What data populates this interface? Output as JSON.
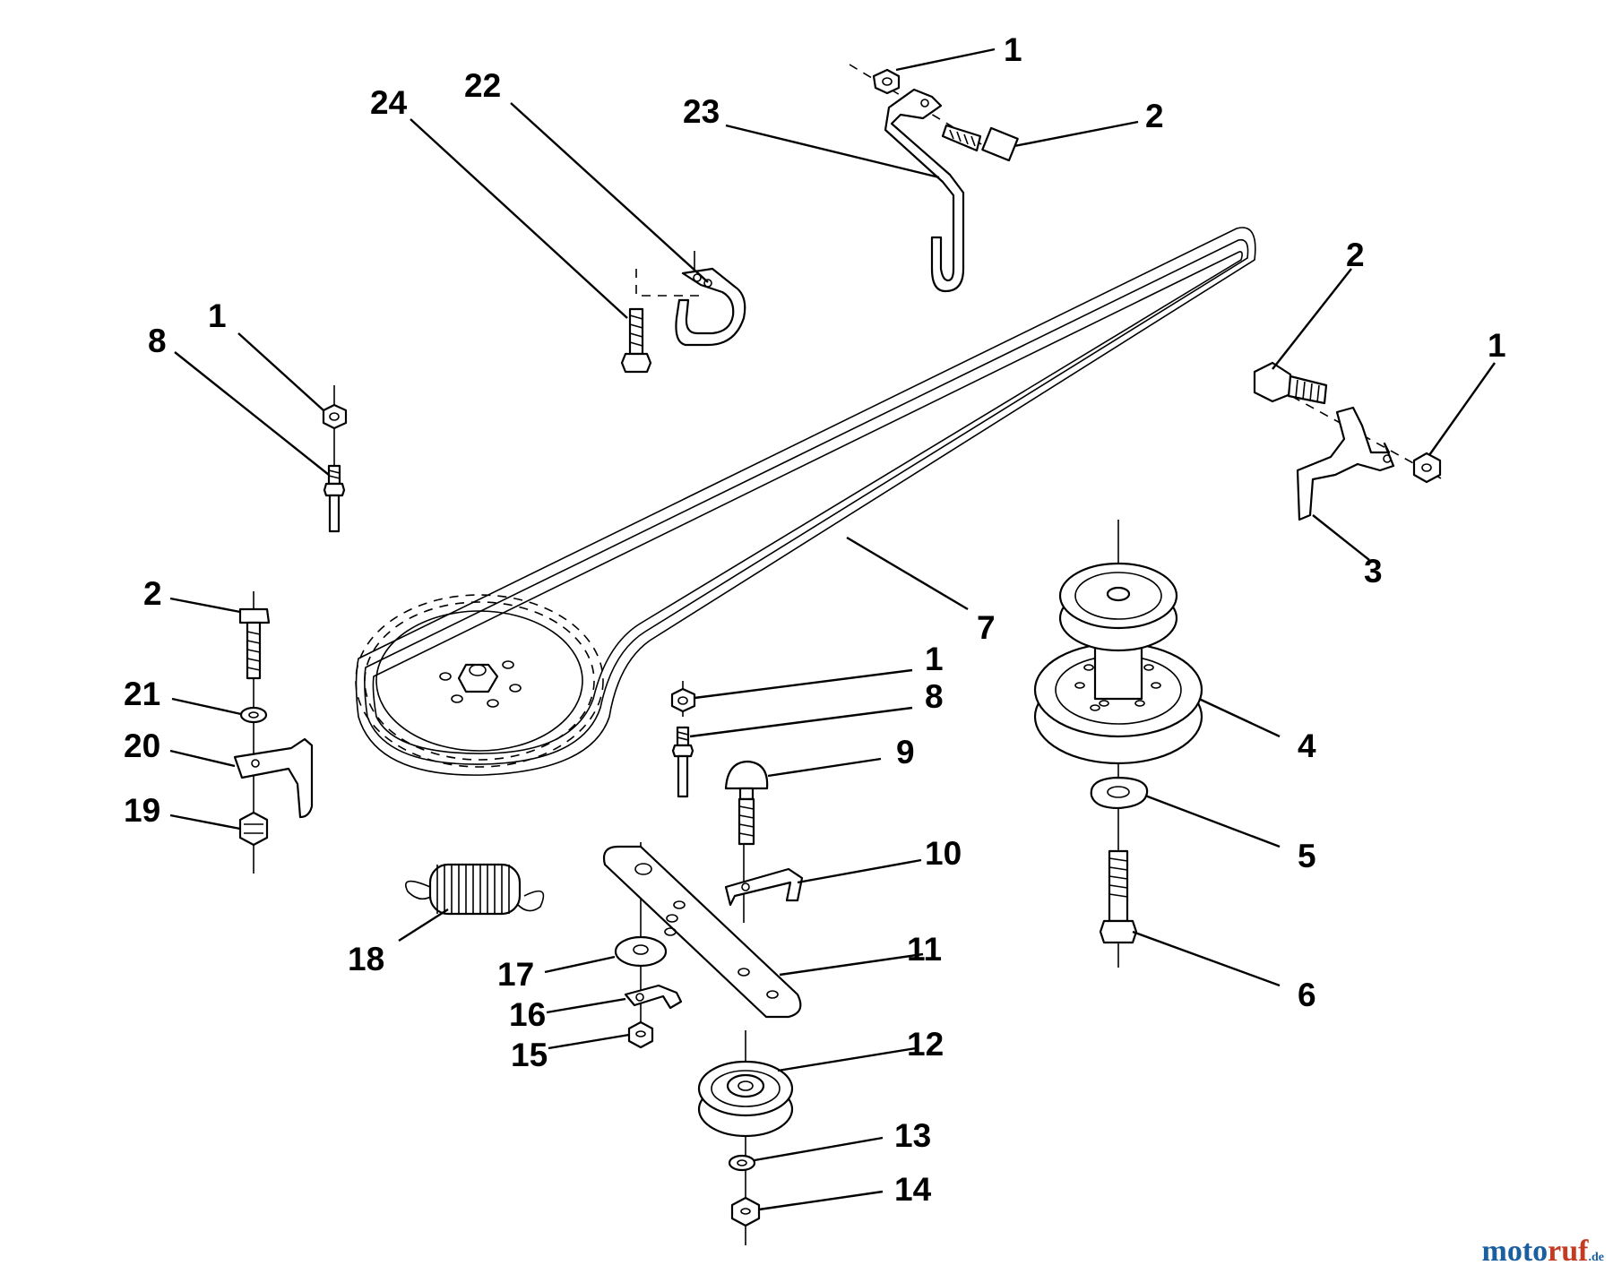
{
  "diagram": {
    "callouts": [
      {
        "id": "c-1-top-right-hook",
        "text": "1"
      },
      {
        "id": "c-2-top-right-hook",
        "text": "2"
      },
      {
        "id": "c-23",
        "text": "23"
      },
      {
        "id": "c-22",
        "text": "22"
      },
      {
        "id": "c-24",
        "text": "24"
      },
      {
        "id": "c-2-right-bracket",
        "text": "2"
      },
      {
        "id": "c-1-right-bracket",
        "text": "1"
      },
      {
        "id": "c-3",
        "text": "3"
      },
      {
        "id": "c-1-left-stud",
        "text": "1"
      },
      {
        "id": "c-8-left-stud",
        "text": "8"
      },
      {
        "id": "c-7",
        "text": "7"
      },
      {
        "id": "c-2-left-bolt",
        "text": "2"
      },
      {
        "id": "c-21",
        "text": "21"
      },
      {
        "id": "c-20",
        "text": "20"
      },
      {
        "id": "c-19",
        "text": "19"
      },
      {
        "id": "c-1-center-stud",
        "text": "1"
      },
      {
        "id": "c-8-center-stud",
        "text": "8"
      },
      {
        "id": "c-9",
        "text": "9"
      },
      {
        "id": "c-10",
        "text": "10"
      },
      {
        "id": "c-11",
        "text": "11"
      },
      {
        "id": "c-18",
        "text": "18"
      },
      {
        "id": "c-17",
        "text": "17"
      },
      {
        "id": "c-16",
        "text": "16"
      },
      {
        "id": "c-15",
        "text": "15"
      },
      {
        "id": "c-12",
        "text": "12"
      },
      {
        "id": "c-13",
        "text": "13"
      },
      {
        "id": "c-14",
        "text": "14"
      },
      {
        "id": "c-4",
        "text": "4"
      },
      {
        "id": "c-5",
        "text": "5"
      },
      {
        "id": "c-6",
        "text": "6"
      }
    ]
  },
  "watermark": {
    "part1": "moto",
    "part2": "ruf",
    "part3": ".de"
  }
}
